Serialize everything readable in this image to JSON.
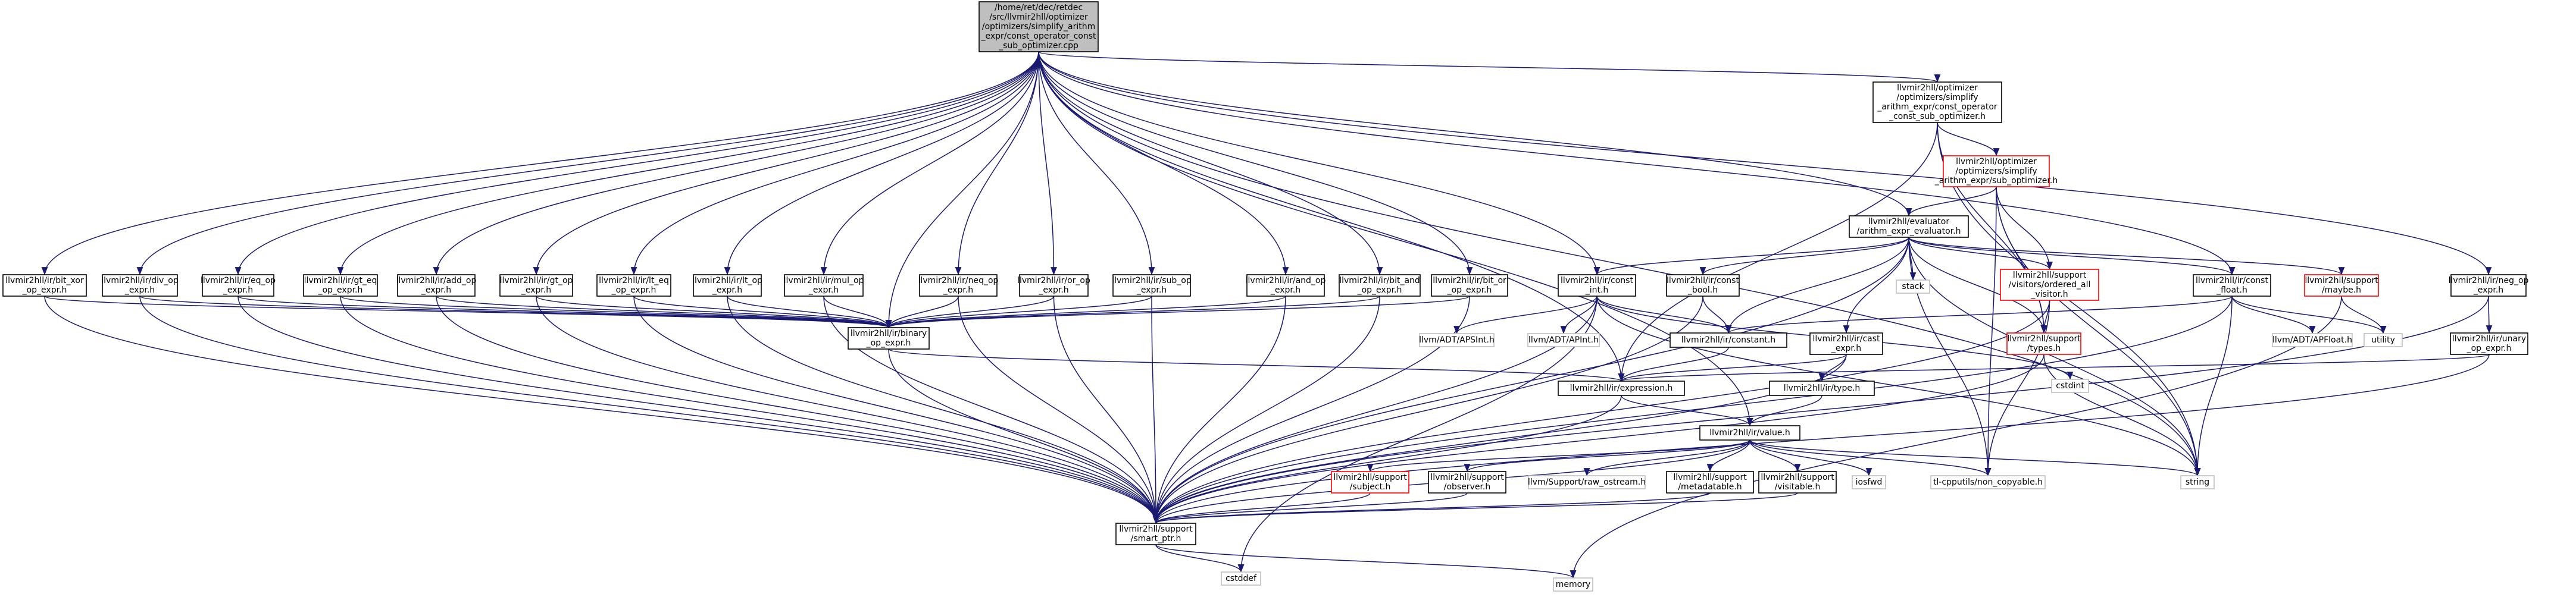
{
  "colors": {
    "edge": "#191970",
    "root_fill": "#bfbfbf",
    "node_stroke": "#000000",
    "node_fill": "#ffffff",
    "incomplete_stroke": "#ff0000",
    "external_stroke": "#bfbfbf"
  },
  "nodes": [
    {
      "id": "root",
      "style": "root",
      "lines": [
        "/home/ret/dec/retdec",
        "/src/llvmir2hll/optimizer",
        "/optimizers/simplify_arithm",
        "_expr/const_operator_const",
        "_sub_optimizer.cpp"
      ]
    },
    {
      "id": "bit_xor_op_expr",
      "style": "normal",
      "lines": [
        "llvmir2hll/ir/bit_xor",
        "_op_expr.h"
      ]
    },
    {
      "id": "div_op_expr",
      "style": "normal",
      "lines": [
        "llvmir2hll/ir/div_op",
        "_expr.h"
      ]
    },
    {
      "id": "eq_op_expr",
      "style": "normal",
      "lines": [
        "llvmir2hll/ir/eq_op",
        "_expr.h"
      ]
    },
    {
      "id": "gt_eq_op_expr",
      "style": "normal",
      "lines": [
        "llvmir2hll/ir/gt_eq",
        "_op_expr.h"
      ]
    },
    {
      "id": "add_op_expr",
      "style": "normal",
      "lines": [
        "llvmir2hll/ir/add_op",
        "_expr.h"
      ]
    },
    {
      "id": "gt_op_expr",
      "style": "normal",
      "lines": [
        "llvmir2hll/ir/gt_op",
        "_expr.h"
      ]
    },
    {
      "id": "lt_eq_op_expr",
      "style": "normal",
      "lines": [
        "llvmir2hll/ir/lt_eq",
        "_op_expr.h"
      ]
    },
    {
      "id": "lt_op_expr",
      "style": "normal",
      "lines": [
        "llvmir2hll/ir/lt_op",
        "_expr.h"
      ]
    },
    {
      "id": "mul_op_expr",
      "style": "normal",
      "lines": [
        "llvmir2hll/ir/mul_op",
        "_expr.h"
      ]
    },
    {
      "id": "neq_op_expr",
      "style": "normal",
      "lines": [
        "llvmir2hll/ir/neq_op",
        "_expr.h"
      ]
    },
    {
      "id": "or_op_expr",
      "style": "normal",
      "lines": [
        "llvmir2hll/ir/or_op",
        "_expr.h"
      ]
    },
    {
      "id": "sub_op_expr",
      "style": "normal",
      "lines": [
        "llvmir2hll/ir/sub_op",
        "_expr.h"
      ]
    },
    {
      "id": "and_op_expr",
      "style": "normal",
      "lines": [
        "llvmir2hll/ir/and_op",
        "_expr.h"
      ]
    },
    {
      "id": "bit_and_op_expr",
      "style": "normal",
      "lines": [
        "llvmir2hll/ir/bit_and",
        "_op_expr.h"
      ]
    },
    {
      "id": "bit_or_op_expr",
      "style": "normal",
      "lines": [
        "llvmir2hll/ir/bit_or",
        "_op_expr.h"
      ]
    },
    {
      "id": "binary_op_expr",
      "style": "normal",
      "lines": [
        "llvmir2hll/ir/binary",
        "_op_expr.h"
      ]
    },
    {
      "id": "const_operator_const_sub_optimizer_h",
      "style": "normal",
      "lines": [
        "llvmir2hll/optimizer",
        "/optimizers/simplify",
        "_arithm_expr/const_operator",
        "_const_sub_optimizer.h"
      ]
    },
    {
      "id": "sub_optimizer_h",
      "style": "incomplete",
      "lines": [
        "llvmir2hll/optimizer",
        "/optimizers/simplify",
        "_arithm_expr/sub_optimizer.h"
      ]
    },
    {
      "id": "arithm_expr_evaluator",
      "style": "normal",
      "lines": [
        "llvmir2hll/evaluator",
        "/arithm_expr_evaluator.h"
      ]
    },
    {
      "id": "const_int",
      "style": "normal",
      "lines": [
        "llvmir2hll/ir/const",
        "_int.h"
      ]
    },
    {
      "id": "const_bool",
      "style": "normal",
      "lines": [
        "llvmir2hll/ir/const",
        "_bool.h"
      ]
    },
    {
      "id": "ordered_all_visitor",
      "style": "incomplete",
      "lines": [
        "llvmir2hll/support",
        "/visitors/ordered_all",
        "_visitor.h"
      ]
    },
    {
      "id": "const_float",
      "style": "normal",
      "lines": [
        "llvmir2hll/ir/const",
        "_float.h"
      ]
    },
    {
      "id": "maybe_h",
      "style": "incomplete",
      "lines": [
        "llvmir2hll/support",
        "/maybe.h"
      ]
    },
    {
      "id": "neg_op_expr",
      "style": "normal",
      "lines": [
        "llvmir2hll/ir/neg_op",
        "_expr.h"
      ]
    },
    {
      "id": "unary_op_expr",
      "style": "normal",
      "lines": [
        "llvmir2hll/ir/unary",
        "_op_expr.h"
      ]
    },
    {
      "id": "stack",
      "style": "external",
      "lines": [
        "stack"
      ]
    },
    {
      "id": "apsint",
      "style": "external",
      "lines": [
        "llvm/ADT/APSInt.h"
      ]
    },
    {
      "id": "apint",
      "style": "external",
      "lines": [
        "llvm/ADT/APInt.h"
      ]
    },
    {
      "id": "apfloat",
      "style": "external",
      "lines": [
        "llvm/ADT/APFloat.h"
      ]
    },
    {
      "id": "utility",
      "style": "external",
      "lines": [
        "utility"
      ]
    },
    {
      "id": "constant_h",
      "style": "normal",
      "lines": [
        "llvmir2hll/ir/constant.h"
      ]
    },
    {
      "id": "cast_expr",
      "style": "normal",
      "lines": [
        "llvmir2hll/ir/cast",
        "_expr.h"
      ]
    },
    {
      "id": "types_h",
      "style": "incomplete",
      "lines": [
        "llvmir2hll/support",
        "/types.h"
      ]
    },
    {
      "id": "cstdint",
      "style": "external",
      "lines": [
        "cstdint"
      ]
    },
    {
      "id": "expression_h",
      "style": "normal",
      "lines": [
        "llvmir2hll/ir/expression.h"
      ]
    },
    {
      "id": "type_h",
      "style": "normal",
      "lines": [
        "llvmir2hll/ir/type.h"
      ]
    },
    {
      "id": "value_h",
      "style": "normal",
      "lines": [
        "llvmir2hll/ir/value.h"
      ]
    },
    {
      "id": "subject_h",
      "style": "incomplete",
      "lines": [
        "llvmir2hll/support",
        "/subject.h"
      ]
    },
    {
      "id": "observer_h",
      "style": "normal",
      "lines": [
        "llvmir2hll/support",
        "/observer.h"
      ]
    },
    {
      "id": "raw_ostream",
      "style": "external",
      "lines": [
        "llvm/Support/raw_ostream.h"
      ]
    },
    {
      "id": "metadatable_h",
      "style": "normal",
      "lines": [
        "llvmir2hll/support",
        "/metadatable.h"
      ]
    },
    {
      "id": "visitable_h",
      "style": "normal",
      "lines": [
        "llvmir2hll/support",
        "/visitable.h"
      ]
    },
    {
      "id": "iosfwd",
      "style": "external",
      "lines": [
        "iosfwd"
      ]
    },
    {
      "id": "non_copyable",
      "style": "external",
      "lines": [
        "tl-cpputils/non_copyable.h"
      ]
    },
    {
      "id": "string",
      "style": "external",
      "lines": [
        "string"
      ]
    },
    {
      "id": "smart_ptr",
      "style": "normal",
      "lines": [
        "llvmir2hll/support",
        "/smart_ptr.h"
      ]
    },
    {
      "id": "cstddef",
      "style": "external",
      "lines": [
        "cstddef"
      ]
    },
    {
      "id": "memory",
      "style": "external",
      "lines": [
        "memory"
      ]
    }
  ]
}
